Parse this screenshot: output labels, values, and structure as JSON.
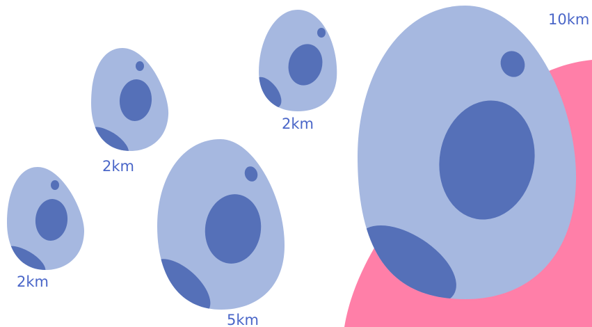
{
  "colors": {
    "background": "#ffffff",
    "egg_shell": "#a6b8e0",
    "egg_spot": "#5570b8",
    "pink_blob": "#ff7fa8",
    "label_text": "#4a66c8"
  },
  "eggs": [
    {
      "name": "egg-2km-top-center",
      "icon": "egg-icon",
      "distance_label": "2km"
    },
    {
      "name": "egg-2km-upper-left",
      "icon": "egg-icon",
      "distance_label": "2km"
    },
    {
      "name": "egg-2km-lower-left",
      "icon": "egg-icon",
      "distance_label": "2km"
    },
    {
      "name": "egg-5km",
      "icon": "egg-icon",
      "distance_label": "5km"
    },
    {
      "name": "egg-10km",
      "icon": "egg-icon",
      "distance_label": "10km"
    }
  ]
}
